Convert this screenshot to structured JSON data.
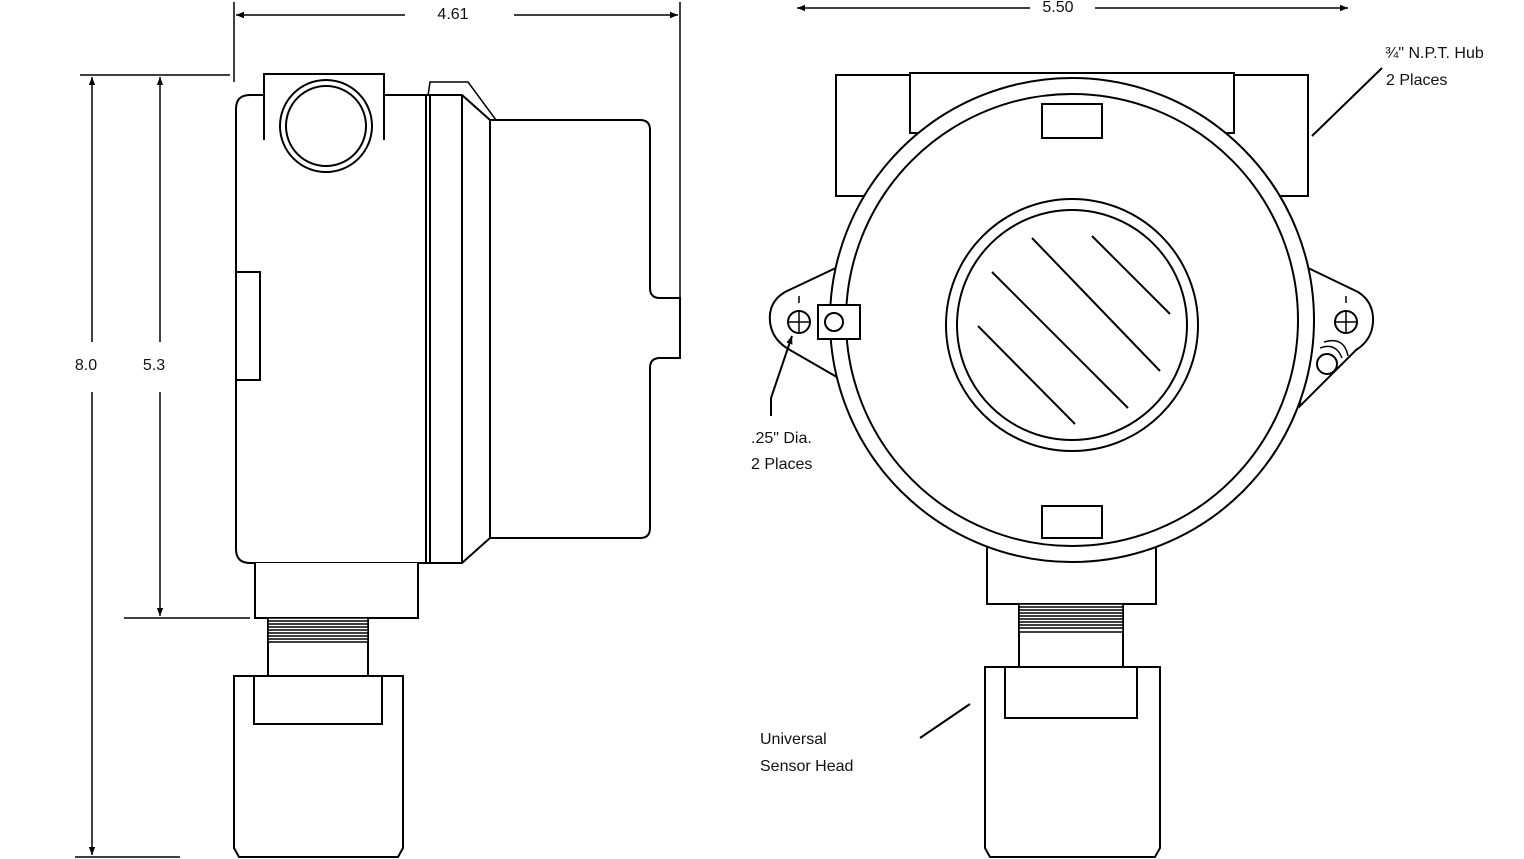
{
  "dimensions": {
    "side_width": "4.61",
    "front_width": "5.50",
    "overall_height": "8.0",
    "body_height": "5.3"
  },
  "callouts": {
    "hub_line1": "¾\" N.P.T. Hub",
    "hub_line2": "2 Places",
    "hole_line1": ".25\" Dia.",
    "hole_line2": "2 Places",
    "sensor_line1": "Universal",
    "sensor_line2": "Sensor Head"
  }
}
